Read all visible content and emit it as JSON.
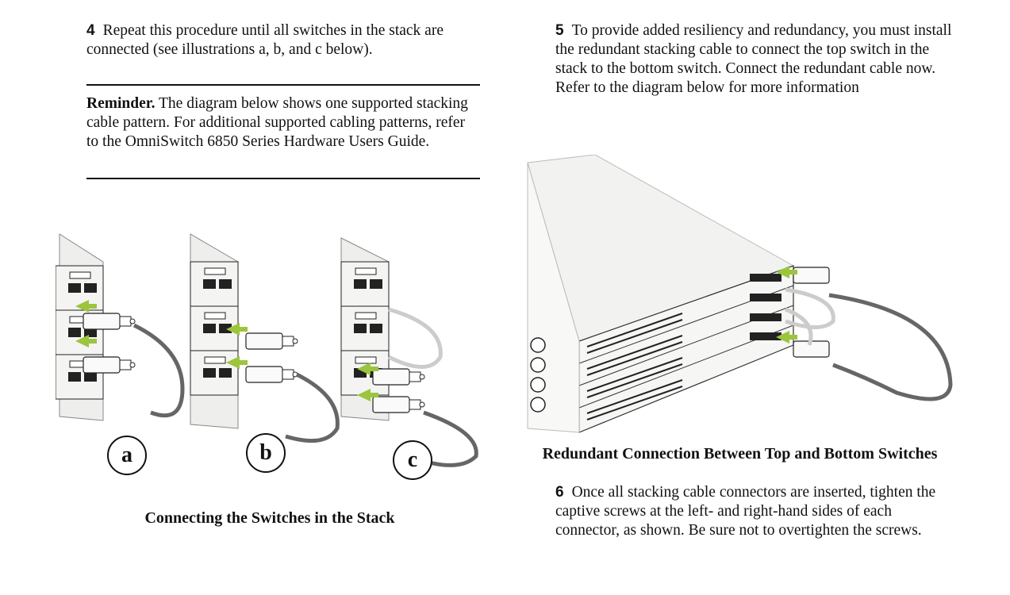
{
  "left": {
    "step4": {
      "number": "4",
      "text": "Repeat this procedure until all switches in the stack are connected (see illustrations a, b, and c below)."
    },
    "reminder": {
      "label": "Reminder.",
      "text": "The diagram below shows one supported stacking cable pattern. For additional supported cabling patterns, refer to the OmniSwitch 6850 Series Hardware Users Guide."
    },
    "figure_labels": [
      "a",
      "b",
      "c"
    ],
    "caption": "Connecting the Switches in the Stack"
  },
  "right": {
    "step5": {
      "number": "5",
      "text": "To provide added resiliency and redundancy, you must install the redundant stacking cable to connect the top switch in the stack to the bottom switch. Connect the redundant cable now. Refer to the diagram below for more information"
    },
    "caption": "Redundant Connection Between Top and Bottom Switches",
    "step6": {
      "number": "6",
      "text": "Once all stacking cable connectors are inserted, tighten the captive screws at the left- and right-hand sides of each connector, as shown. Be sure not to overtighten the screws."
    }
  },
  "colors": {
    "arrow": "#9bc53d",
    "cable": "#666666",
    "outline": "#222222"
  }
}
